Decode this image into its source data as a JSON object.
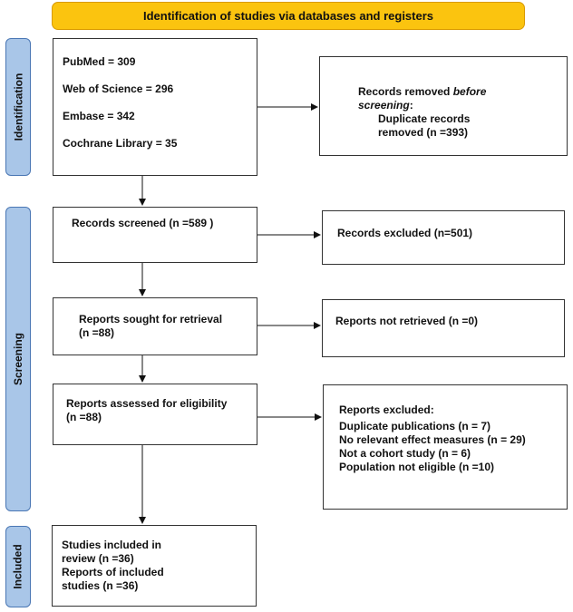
{
  "header": {
    "title": "Identification of studies via databases and registers"
  },
  "side_labels": {
    "identification": "Identification",
    "screening": "Screening",
    "included": "Included"
  },
  "identification": {
    "sources": [
      "PubMed = 309",
      "Web of Science = 296",
      "Embase = 342",
      "Cochrane Library = 35"
    ],
    "removed": {
      "prefix": "Records removed ",
      "prefix_emph": "before",
      "emph2": "screening",
      "colon": ":",
      "detail_1": "Duplicate records",
      "detail_2": "removed (n =393)"
    }
  },
  "screening": {
    "screened": "Records screened (n =589 )",
    "excluded": "Records excluded (n=501)",
    "sought_1": "Reports sought for retrieval",
    "sought_2": "(n =88)",
    "not_retrieved": "Reports not retrieved (n =0)",
    "assessed_1": "Reports assessed for eligibility",
    "assessed_2": "(n =88)",
    "reports_excluded": {
      "title": "Reports excluded:",
      "items": [
        "Duplicate publications (n = 7)",
        "No relevant effect measures (n = 29)",
        "Not a cohort study (n = 6)",
        "Population not eligible (n =10)"
      ]
    }
  },
  "included": {
    "lines": [
      "Studies included in",
      "review (n =36)",
      "Reports of included",
      "studies (n =36)"
    ]
  },
  "colors": {
    "header": "#fbc40f",
    "side": "#a9c6e8",
    "side_border": "#4a77b4"
  }
}
